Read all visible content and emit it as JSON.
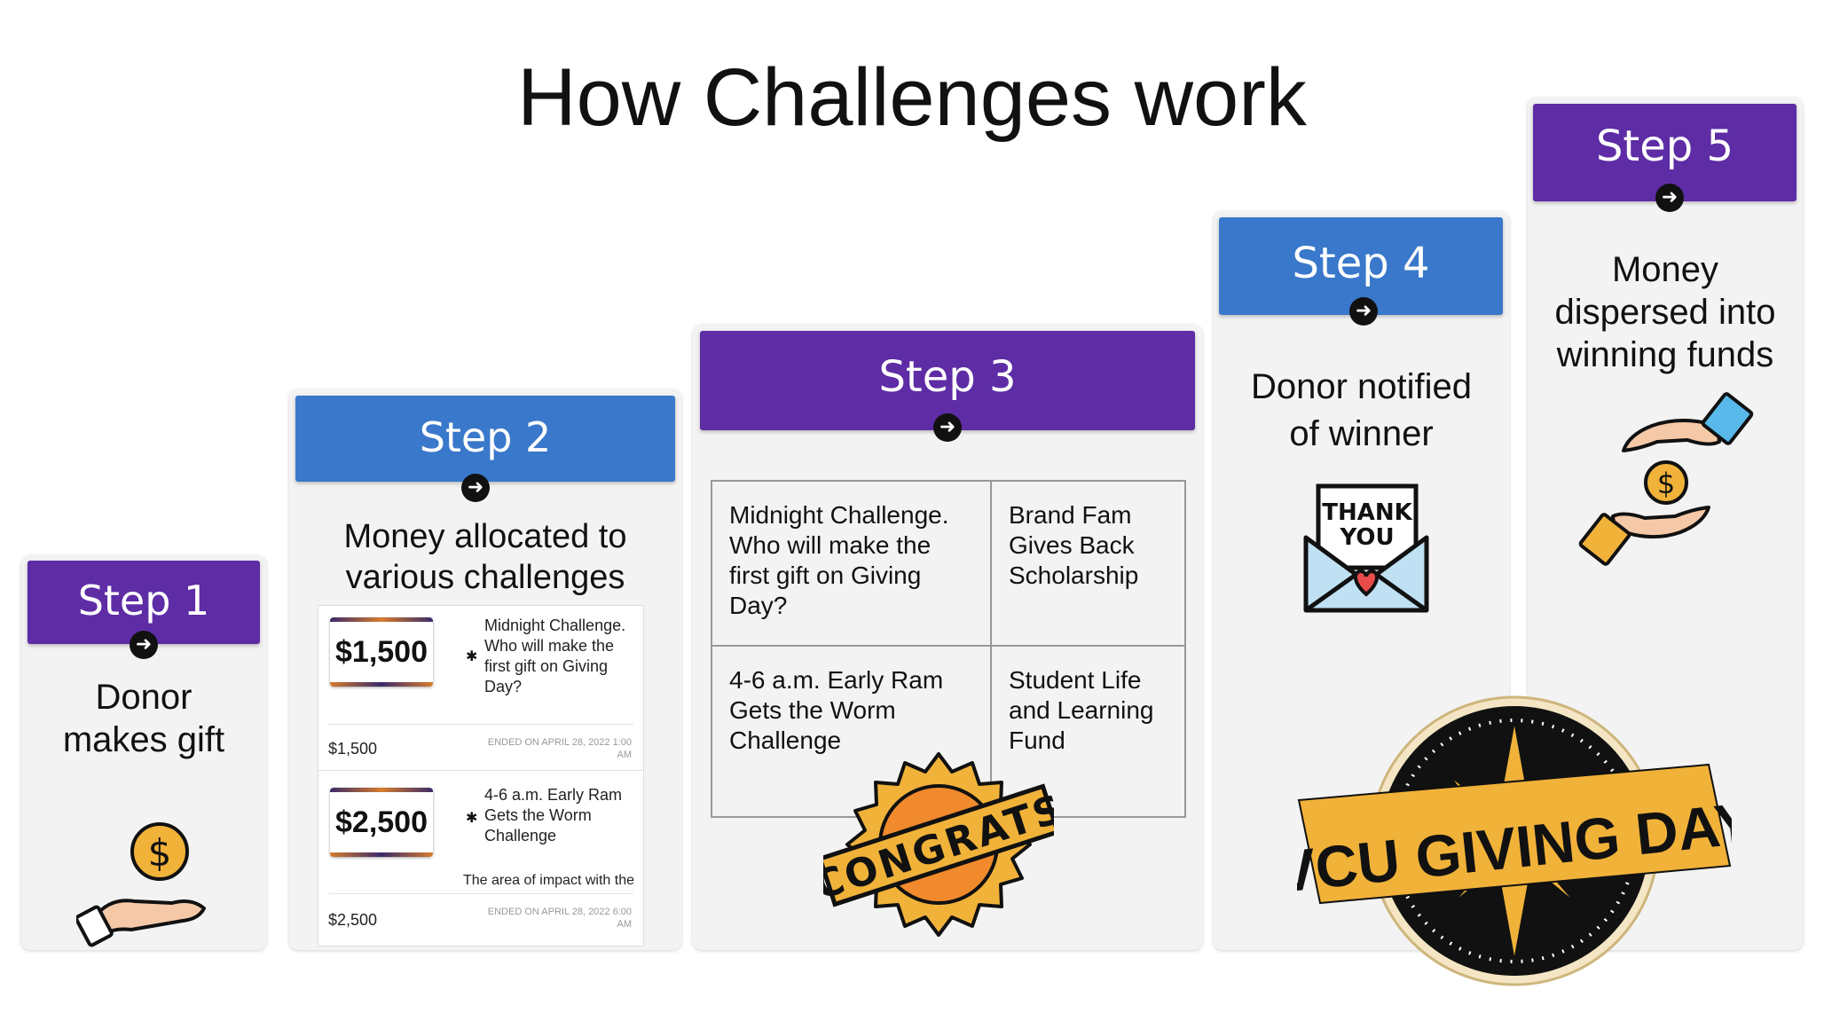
{
  "title": "How Challenges work",
  "steps": [
    {
      "label": "Step 1",
      "text_lines": [
        "Donor",
        "makes gift"
      ]
    },
    {
      "label": "Step 2",
      "text_lines": [
        "Money allocated to",
        "various challenges"
      ]
    },
    {
      "label": "Step 3",
      "text_lines": []
    },
    {
      "label": "Step 4",
      "text_lines": [
        "Donor notified",
        "of winner"
      ]
    },
    {
      "label": "Step 5",
      "text_lines": [
        "Money",
        "dispersed into",
        "winning funds"
      ]
    }
  ],
  "step2_cards": [
    {
      "amount": "$1,500",
      "desc_lines": [
        "Midnight Challenge.",
        "Who will make the",
        "first gift on Giving",
        "Day?"
      ],
      "footer_amount": "$1,500",
      "ended_lines": [
        "ENDED ON APRIL 28, 2022 1:00",
        "AM"
      ]
    },
    {
      "amount": "$2,500",
      "desc_lines": [
        "4-6 a.m. Early Ram",
        "Gets the Worm",
        "Challenge"
      ],
      "extra": "The area of impact with the",
      "footer_amount": "$2,500",
      "ended_lines": [
        "ENDED ON APRIL 28, 2022 6:00",
        "AM"
      ]
    }
  ],
  "step3_table": [
    [
      "Midnight Challenge. Who will make the first gift on Giving Day?",
      "Brand Fam Gives Back Scholarship"
    ],
    [
      "4-6 a.m. Early Ram Gets the Worm Challenge",
      "Student Life and Learning Fund"
    ]
  ],
  "step3_table_lines": [
    [
      [
        "Midnight Challenge.",
        "Who will make the",
        "first gift on Giving",
        "Day?"
      ],
      [
        "Brand Fam",
        "Gives Back",
        "Scholarship"
      ]
    ],
    [
      [
        "4-6 a.m. Early Ram",
        "Gets the Worm",
        "Challenge"
      ],
      [
        "Student Life",
        "and Learning",
        "Fund"
      ]
    ]
  ],
  "stickers": {
    "congrats": "CONGRATS",
    "thank_you_lines": [
      "THANK",
      "YOU"
    ],
    "dollar": "$",
    "giving_day": "VCU GIVING DAY"
  },
  "icons": [
    "arrow-right-icon",
    "hand-coin-icon",
    "thank-you-envelope-icon",
    "coin-exchange-icon"
  ],
  "colors": {
    "purple": "#5e2ca5",
    "blue": "#3978cb",
    "gold": "#f1b23a",
    "orange": "#f08a2c"
  }
}
